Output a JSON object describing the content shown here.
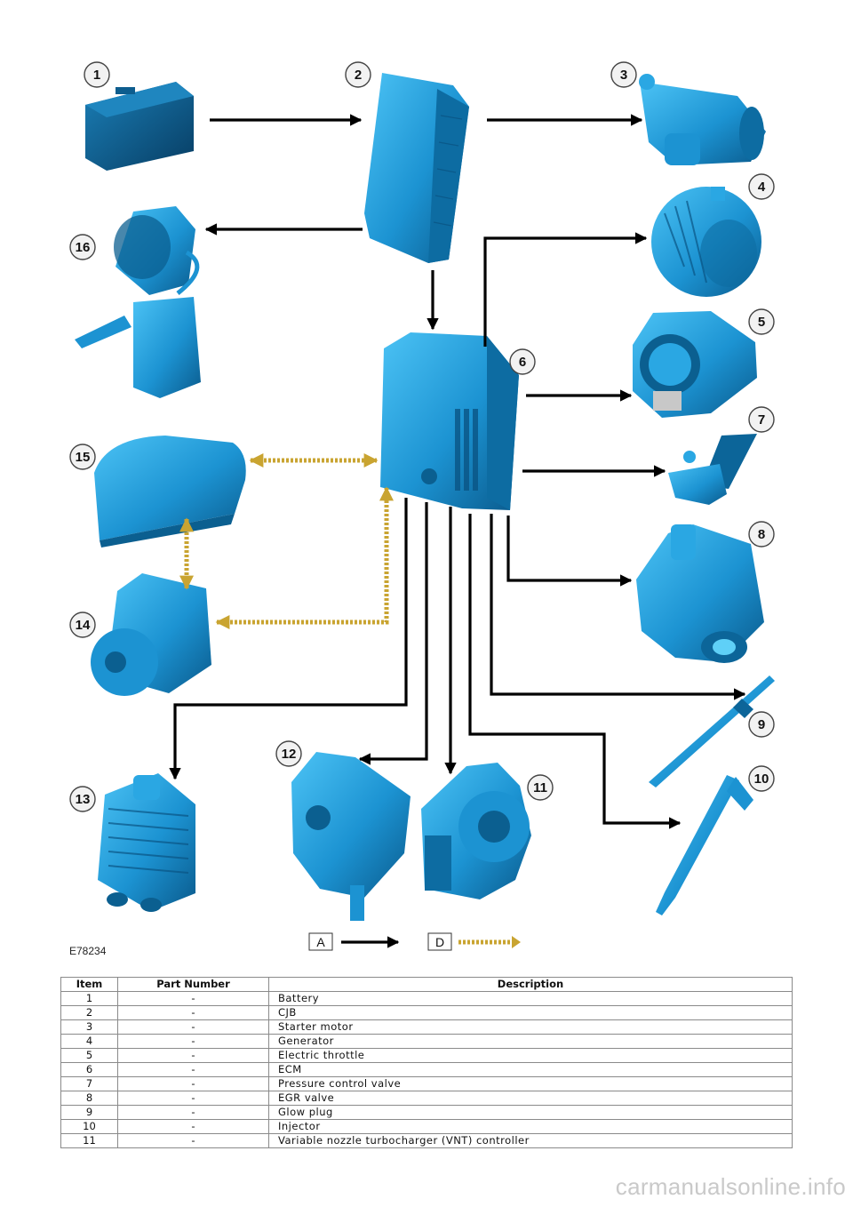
{
  "figure_id": "E78234",
  "callouts": [
    "1",
    "2",
    "3",
    "4",
    "5",
    "6",
    "7",
    "8",
    "9",
    "10",
    "11",
    "12",
    "13",
    "14",
    "15",
    "16"
  ],
  "legend": {
    "hardwired_letter": "A",
    "network_letter": "D"
  },
  "table": {
    "headers": {
      "item": "Item",
      "part_number": "Part Number",
      "description": "Description"
    },
    "rows": [
      {
        "item": "1",
        "part_number": "-",
        "description": "Battery"
      },
      {
        "item": "2",
        "part_number": "-",
        "description": "CJB"
      },
      {
        "item": "3",
        "part_number": "-",
        "description": "Starter motor"
      },
      {
        "item": "4",
        "part_number": "-",
        "description": "Generator"
      },
      {
        "item": "5",
        "part_number": "-",
        "description": "Electric throttle"
      },
      {
        "item": "6",
        "part_number": "-",
        "description": "ECM"
      },
      {
        "item": "7",
        "part_number": "-",
        "description": "Pressure control valve"
      },
      {
        "item": "8",
        "part_number": "-",
        "description": "EGR valve"
      },
      {
        "item": "9",
        "part_number": "-",
        "description": "Glow plug"
      },
      {
        "item": "10",
        "part_number": "-",
        "description": "Injector"
      },
      {
        "item": "11",
        "part_number": "-",
        "description": "Variable nozzle turbocharger (VNT) controller"
      }
    ]
  },
  "watermark": "carmanualsonline.info",
  "colors": {
    "component_blue": "#1e9bd8",
    "component_dark": "#0b5f90",
    "wire_black": "#000000",
    "network_gold": "#c9a431"
  }
}
